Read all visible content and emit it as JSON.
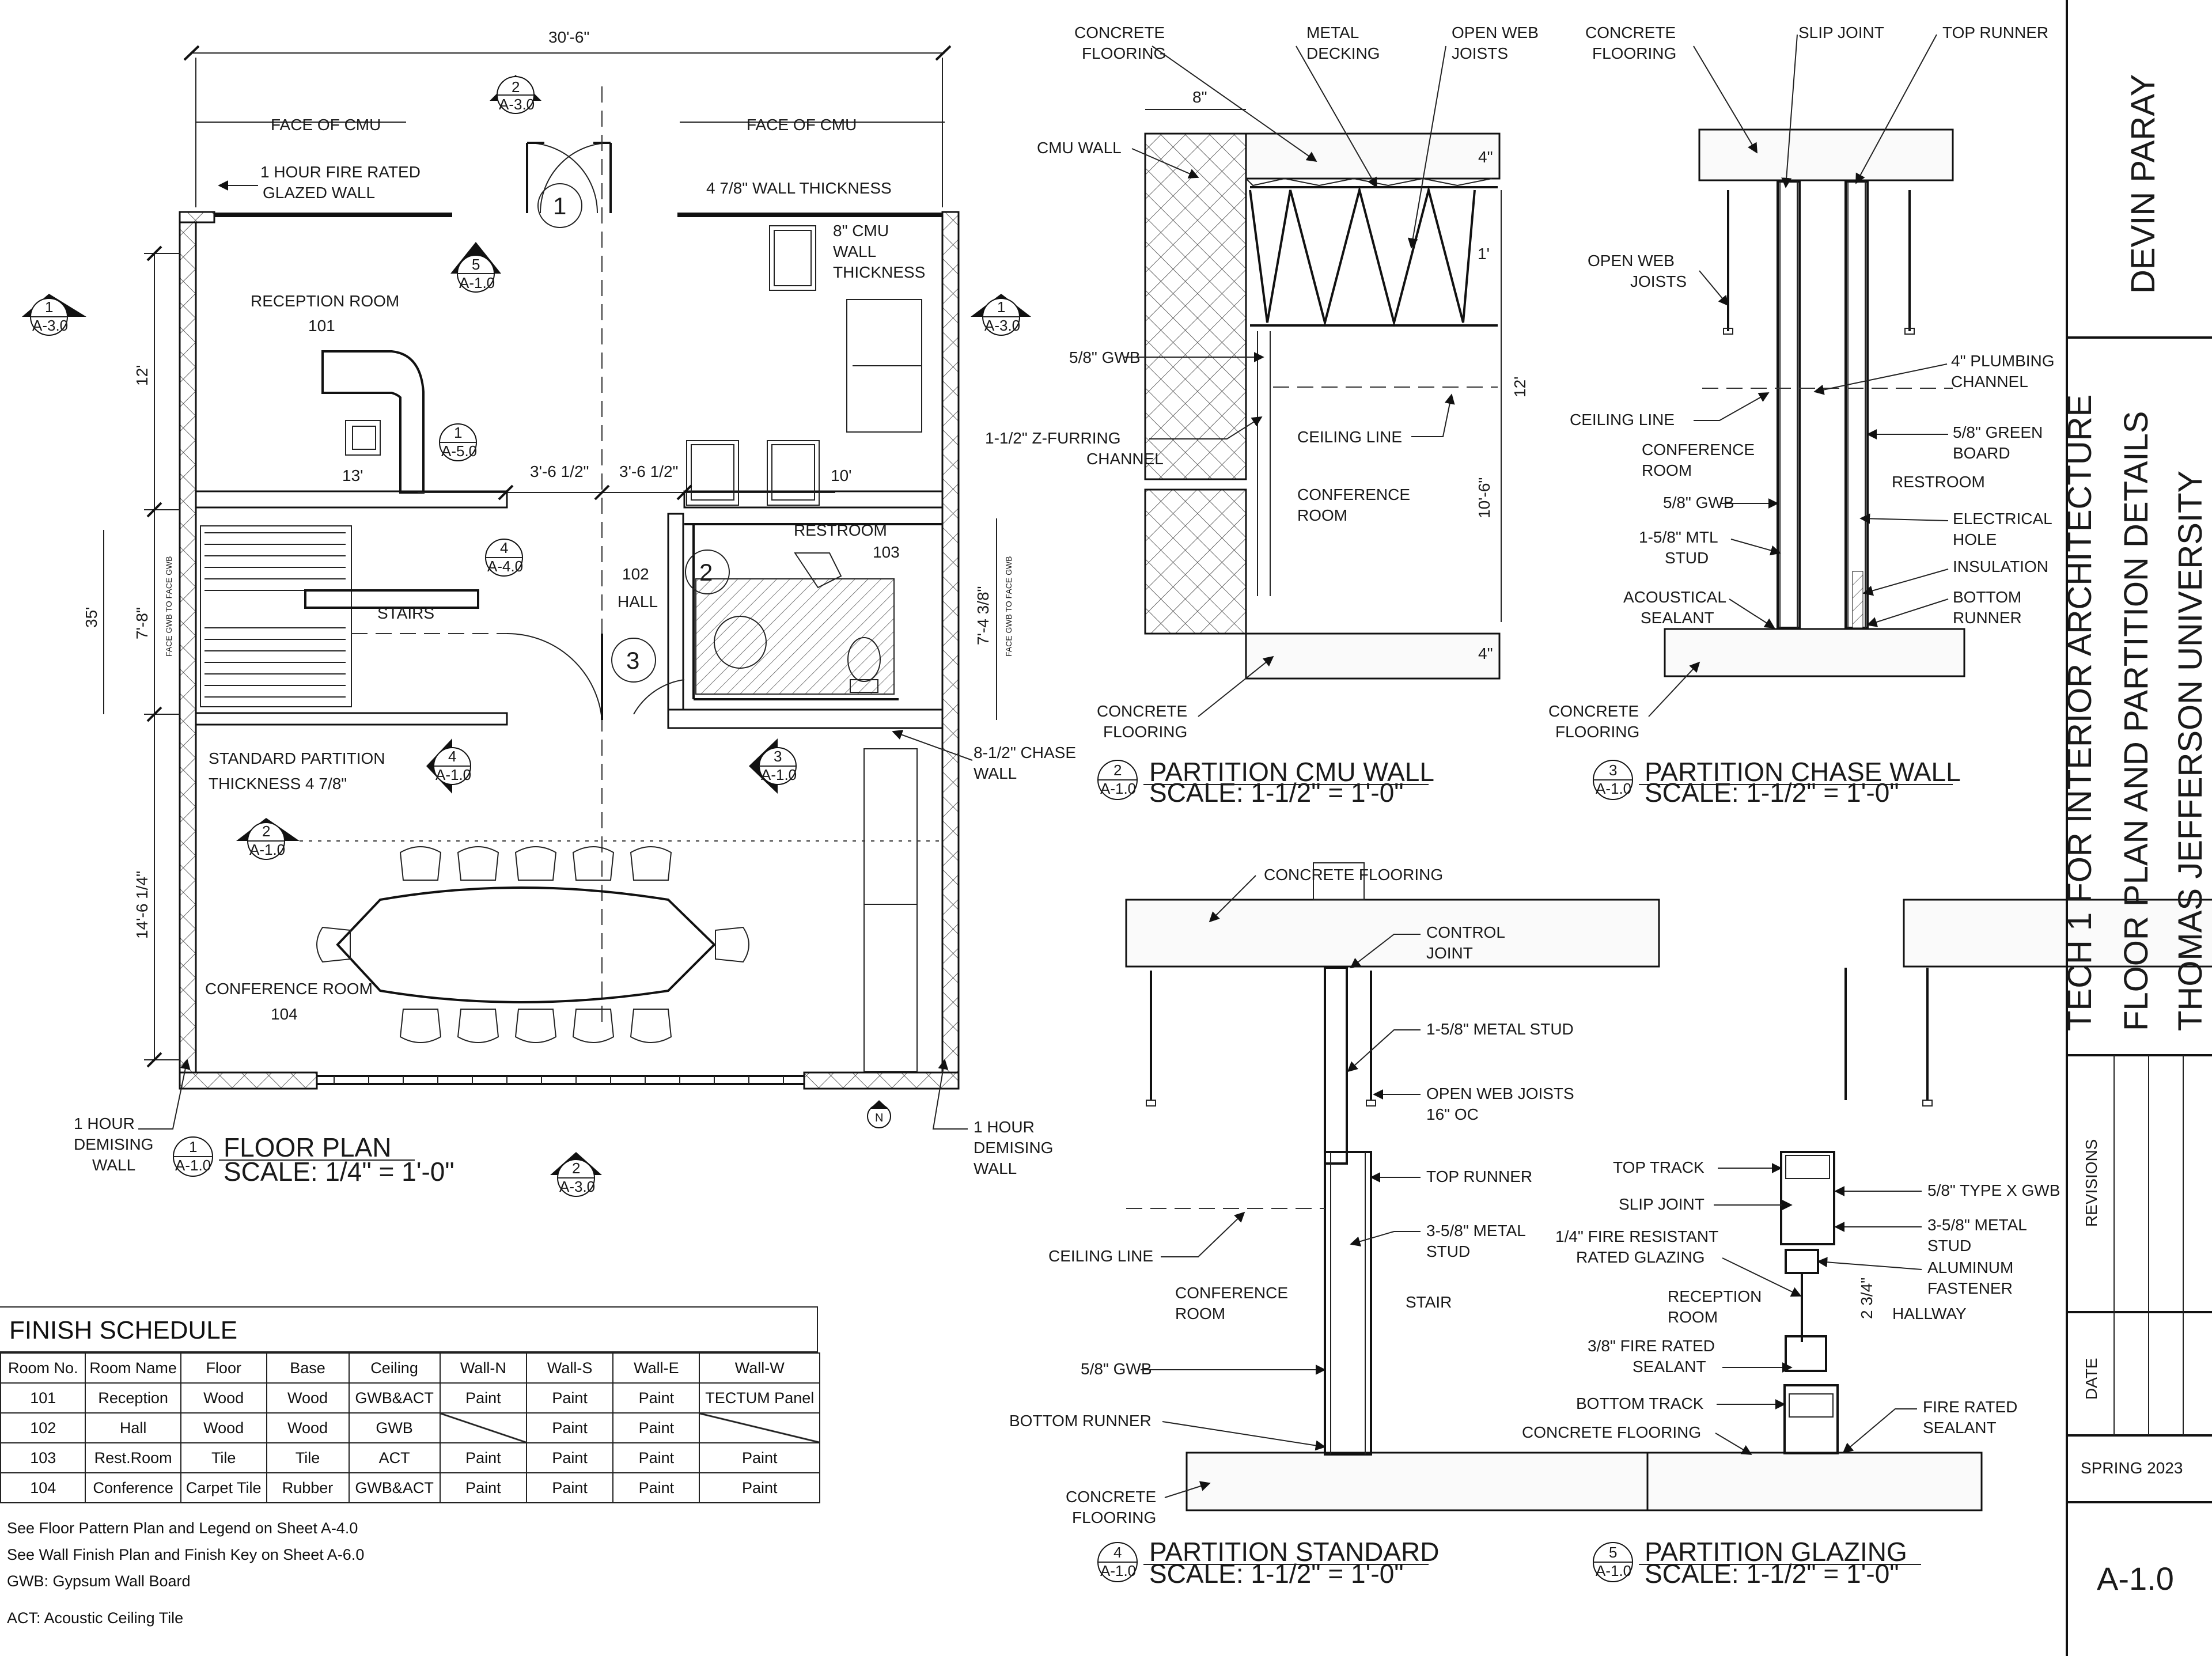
{
  "floor_plan": {
    "overall_dim": "30'-6\"",
    "face_cmu_left": "FACE OF CMU",
    "face_cmu_right": "FACE OF CMU",
    "fire_glazed": [
      "1 HOUR FIRE RATED",
      "GLAZED WALL"
    ],
    "wall_thick": "4 7/8\" WALL THICKNESS",
    "cmu_thick": [
      "8\" CMU",
      "WALL",
      "THICKNESS"
    ],
    "reception_name": "RECEPTION ROOM",
    "reception_num": "101",
    "dim_12": "12'",
    "dim_13": "13'",
    "dim_35": "35'",
    "dim_78": "7'-8\"",
    "dim_743": "7'-4 3/8\"",
    "dim_1464": "14'-6 1/4\"",
    "dim_36a": "3'-6 1/2\"",
    "dim_36b": "3'-6 1/2\"",
    "dim_10": "10'",
    "face_gwb": "FACE GWB TO FACE GWB",
    "restroom_name": "RESTROOM",
    "restroom_num": "103",
    "hall_num": "102",
    "hall_name": "HALL",
    "stairs": "STAIRS",
    "std_partition": [
      "STANDARD PARTITION",
      "THICKNESS 4 7/8\""
    ],
    "chase_wall": [
      "8-1/2\" CHASE",
      "WALL"
    ],
    "conf_name": "CONFERENCE ROOM",
    "conf_num": "104",
    "demising_left": [
      "1 HOUR",
      "DEMISING",
      "WALL"
    ],
    "demising_right": [
      "1 HOUR",
      "DEMISING",
      "WALL"
    ],
    "north": "N",
    "door_tags": [
      "1",
      "2",
      "3"
    ],
    "title": "FLOOR PLAN",
    "scale": "SCALE: 1/4\" = 1'-0\"",
    "callouts": [
      {
        "num": "2",
        "sheet": "A-3.0"
      },
      {
        "num": "5",
        "sheet": "A-1.0"
      },
      {
        "num": "1",
        "sheet": "A-3.0"
      },
      {
        "num": "1",
        "sheet": "A-3.0"
      },
      {
        "num": "1",
        "sheet": "A-5.0"
      },
      {
        "num": "4",
        "sheet": "A-4.0"
      },
      {
        "num": "4",
        "sheet": "A-1.0"
      },
      {
        "num": "3",
        "sheet": "A-1.0"
      },
      {
        "num": "2",
        "sheet": "A-1.0"
      },
      {
        "num": "2",
        "sheet": "A-3.0"
      },
      {
        "num": "1",
        "sheet": "A-1.0"
      }
    ]
  },
  "detail2": {
    "labels": [
      "CONCRETE",
      "FLOORING",
      "METAL",
      "DECKING",
      "OPEN WEB",
      "JOISTS",
      "8\"",
      "CMU WALL",
      "5/8\" GWB",
      "1-1/2\" Z-FURRING",
      "CHANNEL",
      "CEILING LINE",
      "CONFERENCE",
      "ROOM",
      "CONCRETE",
      "FLOORING",
      "4\"",
      "1'",
      "12'",
      "10'-6\"",
      "4\""
    ],
    "num": "2",
    "sheet": "A-1.0",
    "title": "PARTITION CMU WALL",
    "scale": "SCALE: 1-1/2\" = 1'-0\""
  },
  "detail3": {
    "labels": [
      "CONCRETE",
      "FLOORING",
      "SLIP JOINT",
      "TOP RUNNER",
      "OPEN WEB",
      "JOISTS",
      "4\" PLUMBING",
      "CHANNEL",
      "CEILING LINE",
      "5/8\" GREEN",
      "BOARD",
      "CONFERENCE",
      "ROOM",
      "RESTROOM",
      "5/8\" GWB",
      "ELECTRICAL",
      "HOLE",
      "1-5/8\" MTL",
      "STUD",
      "INSULATION",
      "ACOUSTICAL",
      "SEALANT",
      "BOTTOM",
      "RUNNER",
      "CONCRETE",
      "FLOORING"
    ],
    "num": "3",
    "sheet": "A-1.0",
    "title": "PARTITION CHASE WALL",
    "scale": "SCALE: 1-1/2\" = 1'-0\""
  },
  "detail4": {
    "labels": [
      "CONCRETE FLOORING",
      "CONTROL",
      "JOINT",
      "1-5/8\" METAL STUD",
      "OPEN WEB JOISTS",
      "16\" OC",
      "TOP RUNNER",
      "CEILING LINE",
      "3-5/8\" METAL",
      "STUD",
      "CONFERENCE",
      "ROOM",
      "STAIR",
      "5/8\" GWB",
      "BOTTOM RUNNER",
      "CONCRETE",
      "FLOORING"
    ],
    "num": "4",
    "sheet": "A-1.0",
    "title": "PARTITION STANDARD",
    "scale": "SCALE: 1-1/2\" = 1'-0\""
  },
  "detail5": {
    "labels": [
      "TOP TRACK",
      "5/8\" TYPE X GWB",
      "SLIP JOINT",
      "3-5/8\" METAL",
      "STUD",
      "1/4\" FIRE RESISTANT",
      "RATED GLAZING",
      "ALUMINUM",
      "FASTENER",
      "RECEPTION",
      "ROOM",
      "HALLWAY",
      "2 3/4\"",
      "3/8\" FIRE RATED",
      "SEALANT",
      "BOTTOM TRACK",
      "FIRE RATED",
      "SEALANT",
      "CONCRETE FLOORING"
    ],
    "num": "5",
    "sheet": "A-1.0",
    "title": "PARTITION GLAZING",
    "scale": "SCALE: 1-1/2\" = 1'-0\""
  },
  "finish_schedule": {
    "title": "FINISH SCHEDULE",
    "headers": [
      "Room No.",
      "Room Name",
      "Floor",
      "Base",
      "Ceiling",
      "Wall-N",
      "Wall-S",
      "Wall-E",
      "Wall-W"
    ],
    "rows": [
      [
        "101",
        "Reception",
        "Wood",
        "Wood",
        "GWB&ACT",
        "Paint",
        "Paint",
        "Paint",
        "TECTUM Panel"
      ],
      [
        "102",
        "Hall",
        "Wood",
        "Wood",
        "GWB",
        "",
        "Paint",
        "Paint",
        ""
      ],
      [
        "103",
        "Rest.Room",
        "Tile",
        "Tile",
        "ACT",
        "Paint",
        "Paint",
        "Paint",
        "Paint"
      ],
      [
        "104",
        "Conference",
        "Carpet Tile",
        "Rubber",
        "GWB&ACT",
        "Paint",
        "Paint",
        "Paint",
        "Paint"
      ]
    ],
    "notes": [
      "See Floor Pattern Plan and Legend on Sheet A-4.0",
      "See Wall Finish Plan and Finish Key on Sheet A-6.0",
      "GWB: Gypsum Wall Board",
      "ACT: Acoustic Ceiling Tile"
    ]
  },
  "title_block": {
    "designer": "DEVIN PARAY",
    "course": "TECH 1 FOR INTERIOR ARCHITECTURE",
    "sheet_title": "FLOOR PLAN AND PARTITION DETAILS",
    "school": "THOMAS JEFFERSON UNIVERSITY",
    "revisions": "REVISIONS",
    "date": "DATE",
    "term": "SPRING 2023",
    "sheet_no": "A-1.0"
  }
}
